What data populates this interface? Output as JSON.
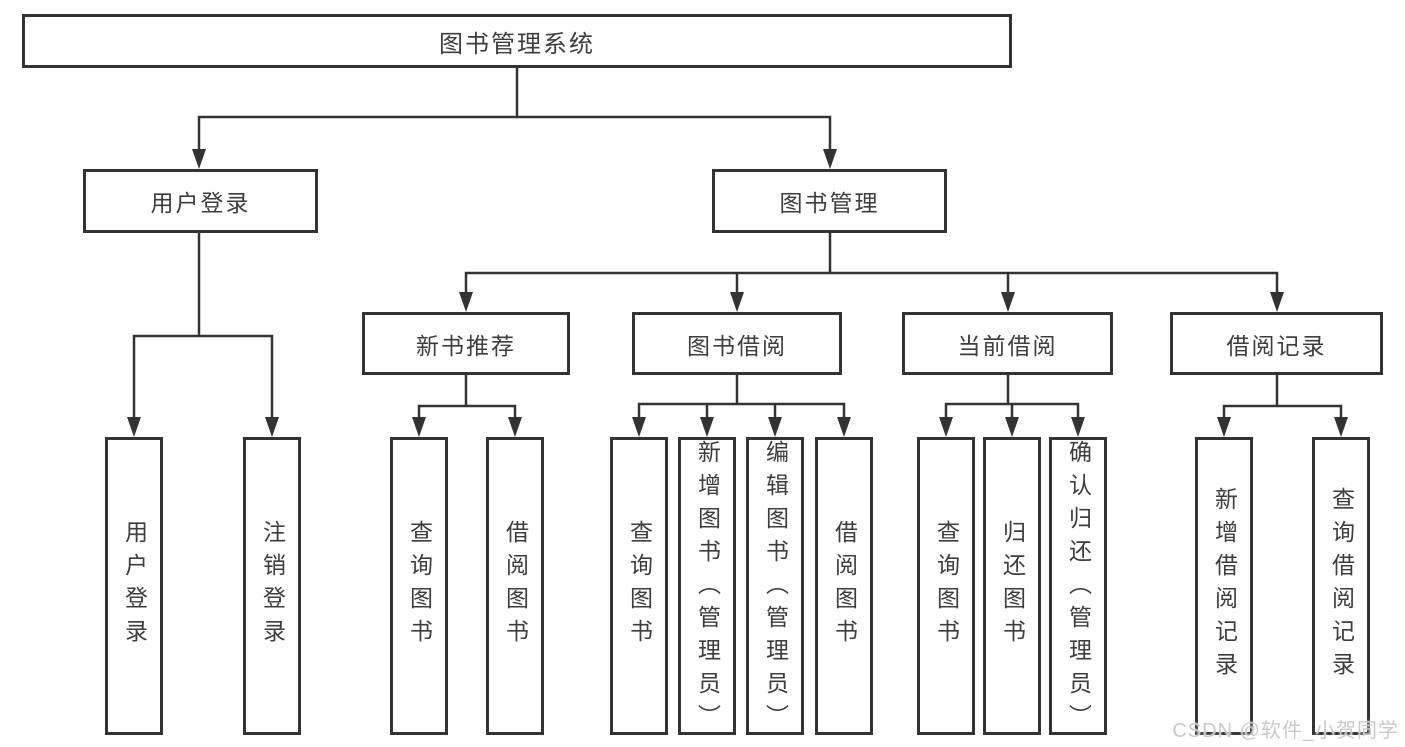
{
  "diagram_title": "图书管理系统",
  "tree": {
    "label": "图书管理系统",
    "children": [
      {
        "label": "用户登录",
        "children": [
          {
            "label": "用户登录"
          },
          {
            "label": "注销登录"
          }
        ]
      },
      {
        "label": "图书管理",
        "children": [
          {
            "label": "新书推荐",
            "children": [
              {
                "label": "查询图书"
              },
              {
                "label": "借阅图书"
              }
            ]
          },
          {
            "label": "图书借阅",
            "children": [
              {
                "label": "查询图书"
              },
              {
                "label": "新增图书（管理员）"
              },
              {
                "label": "编辑图书（管理员）"
              },
              {
                "label": "借阅图书"
              }
            ]
          },
          {
            "label": "当前借阅",
            "children": [
              {
                "label": "查询图书"
              },
              {
                "label": "归还图书"
              },
              {
                "label": "确认归还（管理员）"
              }
            ]
          },
          {
            "label": "借阅记录",
            "children": [
              {
                "label": "新增借阅记录"
              },
              {
                "label": "查询借阅记录"
              }
            ]
          }
        ]
      }
    ]
  },
  "watermark": "CSDN @软件_小贺同学",
  "colors": {
    "line": "#333333",
    "box_border": "#333333",
    "box_background": "#ffffff",
    "text": "#3d3d3d",
    "watermark": "#c9c9c9",
    "page_background": "#ffffff"
  }
}
